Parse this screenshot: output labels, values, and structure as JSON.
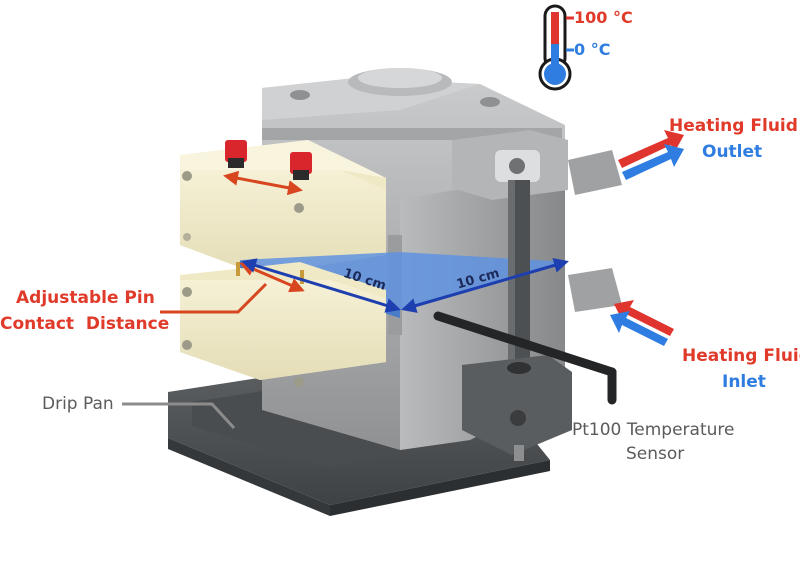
{
  "colors": {
    "red": "#e03a2a",
    "blue": "#2f7de1",
    "grey_text": "#5b5b5b",
    "metal": "#a9abad",
    "block": "#f3edcc",
    "sample": "#5f93e0"
  },
  "thermometer": {
    "icon": "thermometer-icon",
    "hot_label": "100 °C",
    "cold_label": "0 °C"
  },
  "labels": {
    "heating_fluid_outlet": {
      "line1": "Heating Fluid",
      "line2": "Outlet"
    },
    "heating_fluid_inlet": {
      "line1": "Heating Fluid",
      "line2": "Inlet"
    },
    "adjustable_pin": {
      "line1": "Adjustable Pin",
      "line2": "Contact  Distance"
    },
    "drip_pan": "Drip Pan",
    "sensor": {
      "line1": "Pt100 Temperature",
      "line2": "Sensor"
    },
    "dim_1": "10 cm",
    "dim_2": "10 cm"
  }
}
